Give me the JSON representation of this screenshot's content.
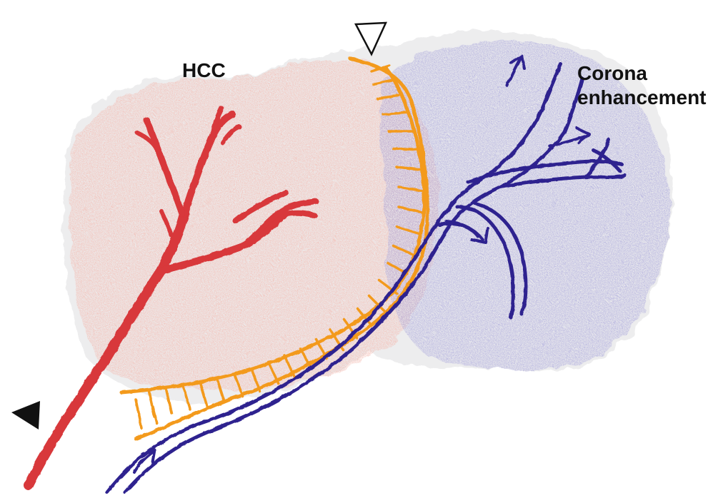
{
  "labels": {
    "hcc": "HCC",
    "corona_line1": "Corona",
    "corona_line2": "enhancement"
  },
  "colors": {
    "hcc_region": "#f3b8ae",
    "corona_region": "#a9a6dc",
    "paper_patch": "#ededee",
    "artery": "#d8373a",
    "portal_vein": "#2e238f",
    "pseudocapsule": "#f39a1e",
    "arrowhead_filled": "#111111",
    "arrowhead_open": "#ffffff"
  },
  "icons": {
    "filled_arrowhead": "solid-arrowhead-icon",
    "open_arrowhead": "open-arrowhead-icon"
  }
}
